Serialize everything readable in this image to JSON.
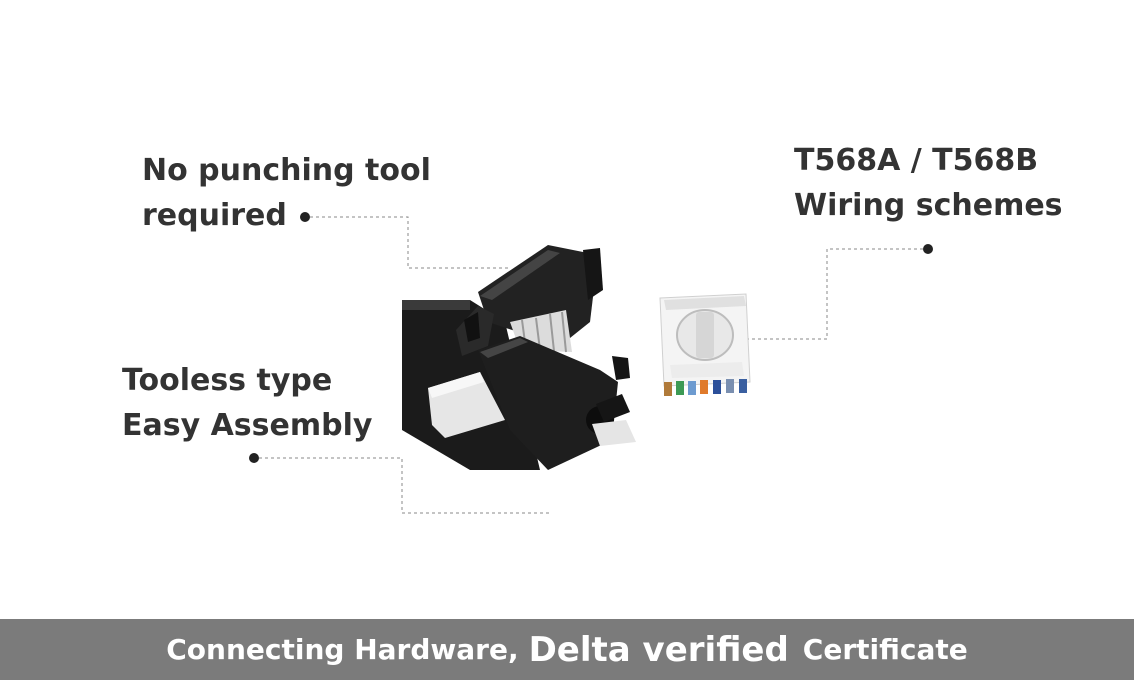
{
  "callouts": {
    "no_tool": {
      "line1": "No punching tool",
      "line2": "required"
    },
    "wiring": {
      "line1": "T568A / T568B",
      "line2": "Wiring schemes"
    },
    "tooless": {
      "line1": "Tooless type",
      "line2": "Easy Assembly"
    }
  },
  "footer": {
    "part1": "Connecting Hardware,",
    "part2": "Delta verified",
    "part3": "Certificate"
  },
  "colors": {
    "footer_bg": "#7b7b7b",
    "label_text": "#333333",
    "jack_body": "#1a1a1a",
    "module_body": "#f2f2f2"
  },
  "icons": [
    "black-keystone-jack-image",
    "white-insert-module-image"
  ]
}
